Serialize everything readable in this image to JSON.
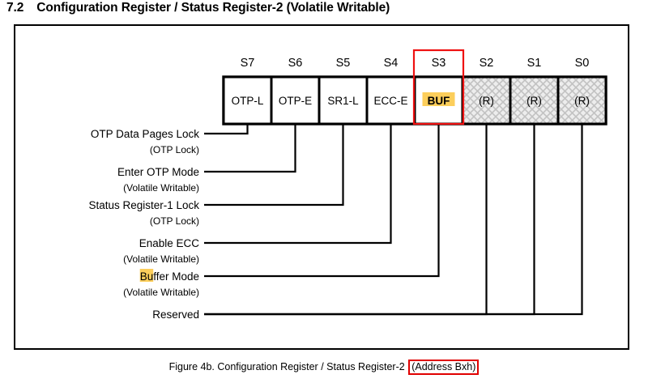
{
  "section": {
    "number": "7.2",
    "title": "Configuration Register / Status Register-2 (Volatile Writable)"
  },
  "caption": {
    "prefix": "Figure 4b. Configuration Register / Status Register-2 ",
    "address": "(Address Bxh)"
  },
  "colors": {
    "highlight_red": "#ee1111",
    "highlight_yellow": "#fcce5b",
    "reserved_fill": "#ededed",
    "line": "#000000"
  },
  "register": {
    "bits": [
      {
        "bit": "S7",
        "cell": "OTP-L",
        "reserved": false,
        "highlighted": false,
        "label_line1": "OTP Data Pages Lock",
        "label_line2": "(OTP Lock)",
        "label_highlight": ""
      },
      {
        "bit": "S6",
        "cell": "OTP-E",
        "reserved": false,
        "highlighted": false,
        "label_line1": "Enter OTP Mode",
        "label_line2": "(Volatile Writable)",
        "label_highlight": ""
      },
      {
        "bit": "S5",
        "cell": "SR1-L",
        "reserved": false,
        "highlighted": false,
        "label_line1": "Status Register-1 Lock",
        "label_line2": "(OTP Lock)",
        "label_highlight": ""
      },
      {
        "bit": "S4",
        "cell": "ECC-E",
        "reserved": false,
        "highlighted": false,
        "label_line1": "Enable ECC",
        "label_line2": "(Volatile Writable)",
        "label_highlight": ""
      },
      {
        "bit": "S3",
        "cell": "BUF",
        "reserved": false,
        "highlighted": true,
        "label_line1": "Buffer Mode",
        "label_line2": "(Volatile Writable)",
        "label_highlight": "Bu"
      },
      {
        "bit": "S2",
        "cell": "(R)",
        "reserved": true,
        "highlighted": false,
        "label_line1": "Reserved",
        "label_line2": "",
        "label_highlight": ""
      },
      {
        "bit": "S1",
        "cell": "(R)",
        "reserved": true,
        "highlighted": false,
        "label_line1": "Reserved",
        "label_line2": "",
        "label_highlight": ""
      },
      {
        "bit": "S0",
        "cell": "(R)",
        "reserved": true,
        "highlighted": false,
        "label_line1": "Reserved",
        "label_line2": "",
        "label_highlight": ""
      }
    ]
  }
}
